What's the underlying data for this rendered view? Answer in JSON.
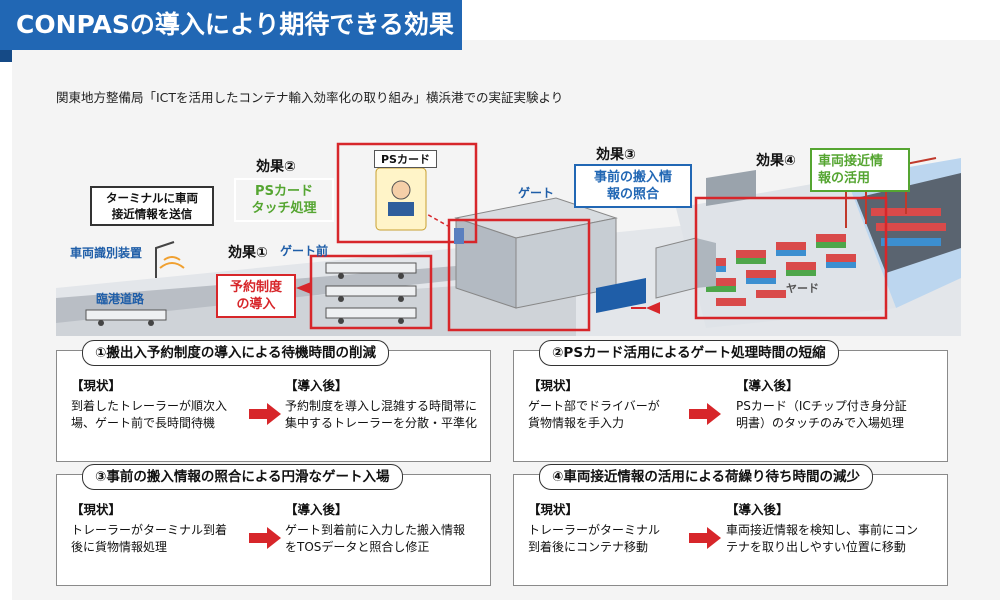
{
  "header": {
    "title": "CONPASの導入により期待できる効果"
  },
  "source": "関東地方整備局「ICTを活用したコンテナ輸入効率化の取り組み」横浜港での実証実験より",
  "scene": {
    "effect1": "効果①",
    "effect2": "効果②",
    "effect3": "効果③",
    "effect4": "効果④",
    "gate_front": "ゲート前",
    "gate": "ゲート",
    "vehicle_device": "車両識別装置",
    "port_road": "臨港道路",
    "yard": "ヤード",
    "ps_card_title": "PSカード",
    "terminal_notice": "ターミナルに車両\n接近情報を送信",
    "ps_touch": "PSカード\nタッチ処理",
    "reservation": "予約制度\nの導入",
    "pre_check": "事前の搬入情\n報の照合",
    "approach_info": "車両接近情\n報の活用"
  },
  "boxes": [
    {
      "heading": "①搬出入予約制度の導入による待機時間の削減",
      "before_label": "【現状】",
      "before_text": "到着したトレーラーが順次入\n場、ゲート前で長時間待機",
      "after_label": "【導入後】",
      "after_text": "予約制度を導入し混雑する時間帯に\n集中するトレーラーを分散・平準化"
    },
    {
      "heading": "②PSカード活用によるゲート処理時間の短縮",
      "before_label": "【現状】",
      "before_text": "ゲート部でドライバーが\n貨物情報を手入力",
      "after_label": "【導入後】",
      "after_text": "PSカード（ICチップ付き身分証\n明書）のタッチのみで入場処理"
    },
    {
      "heading": "③事前の搬入情報の照合による円滑なゲート入場",
      "before_label": "【現状】",
      "before_text": "トレーラーがターミナル到着\n後に貨物情報処理",
      "after_label": "【導入後】",
      "after_text": "ゲート到着前に入力した搬入情報\nをTOSデータと照合し修正"
    },
    {
      "heading": "④車両接近情報の活用による荷繰り待ち時間の減少",
      "before_label": "【現状】",
      "before_text": "トレーラーがターミナル\n到着後にコンテナ移動",
      "after_label": "【導入後】",
      "after_text": "車両接近情報を検知し、事前にコン\nテナを取り出しやすい位置に移動"
    }
  ],
  "colors": {
    "title_bg": "#2167b4",
    "red": "#d7262a",
    "green": "#55a531",
    "blue": "#2167b4"
  }
}
